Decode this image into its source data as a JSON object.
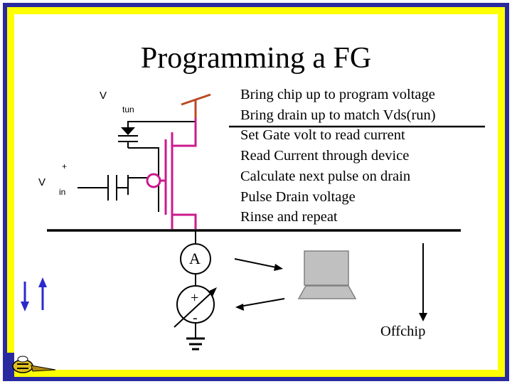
{
  "slide": {
    "title": "Programming a FG",
    "steps": [
      "Bring chip up to program voltage",
      "Bring drain up to match Vds(run)",
      "Set Gate volt to read current",
      "Read Current through device",
      "Calculate next pulse on drain",
      "Pulse Drain voltage",
      "Rinse and repeat"
    ]
  },
  "circuit": {
    "v_tun_symbol": "V",
    "tun_subscript": "tun",
    "v_in_symbol": "V",
    "in_subscript": "in",
    "plus_sign": "+",
    "ammeter_label": "A",
    "source_plus": "+",
    "source_minus": "-",
    "offchip_label": "Offchip"
  },
  "colors": {
    "frame_blue": "#2a2aa0",
    "frame_yellow": "#ffff00",
    "transistor_magenta": "#cc1a8c",
    "tunnel_brown": "#b84a22",
    "arrow_blue": "#2a2acc",
    "computer_gray": "#c0c0c0"
  },
  "icons": {
    "logo": "yellow-jacket-logo-icon",
    "computer": "computer-icon"
  }
}
